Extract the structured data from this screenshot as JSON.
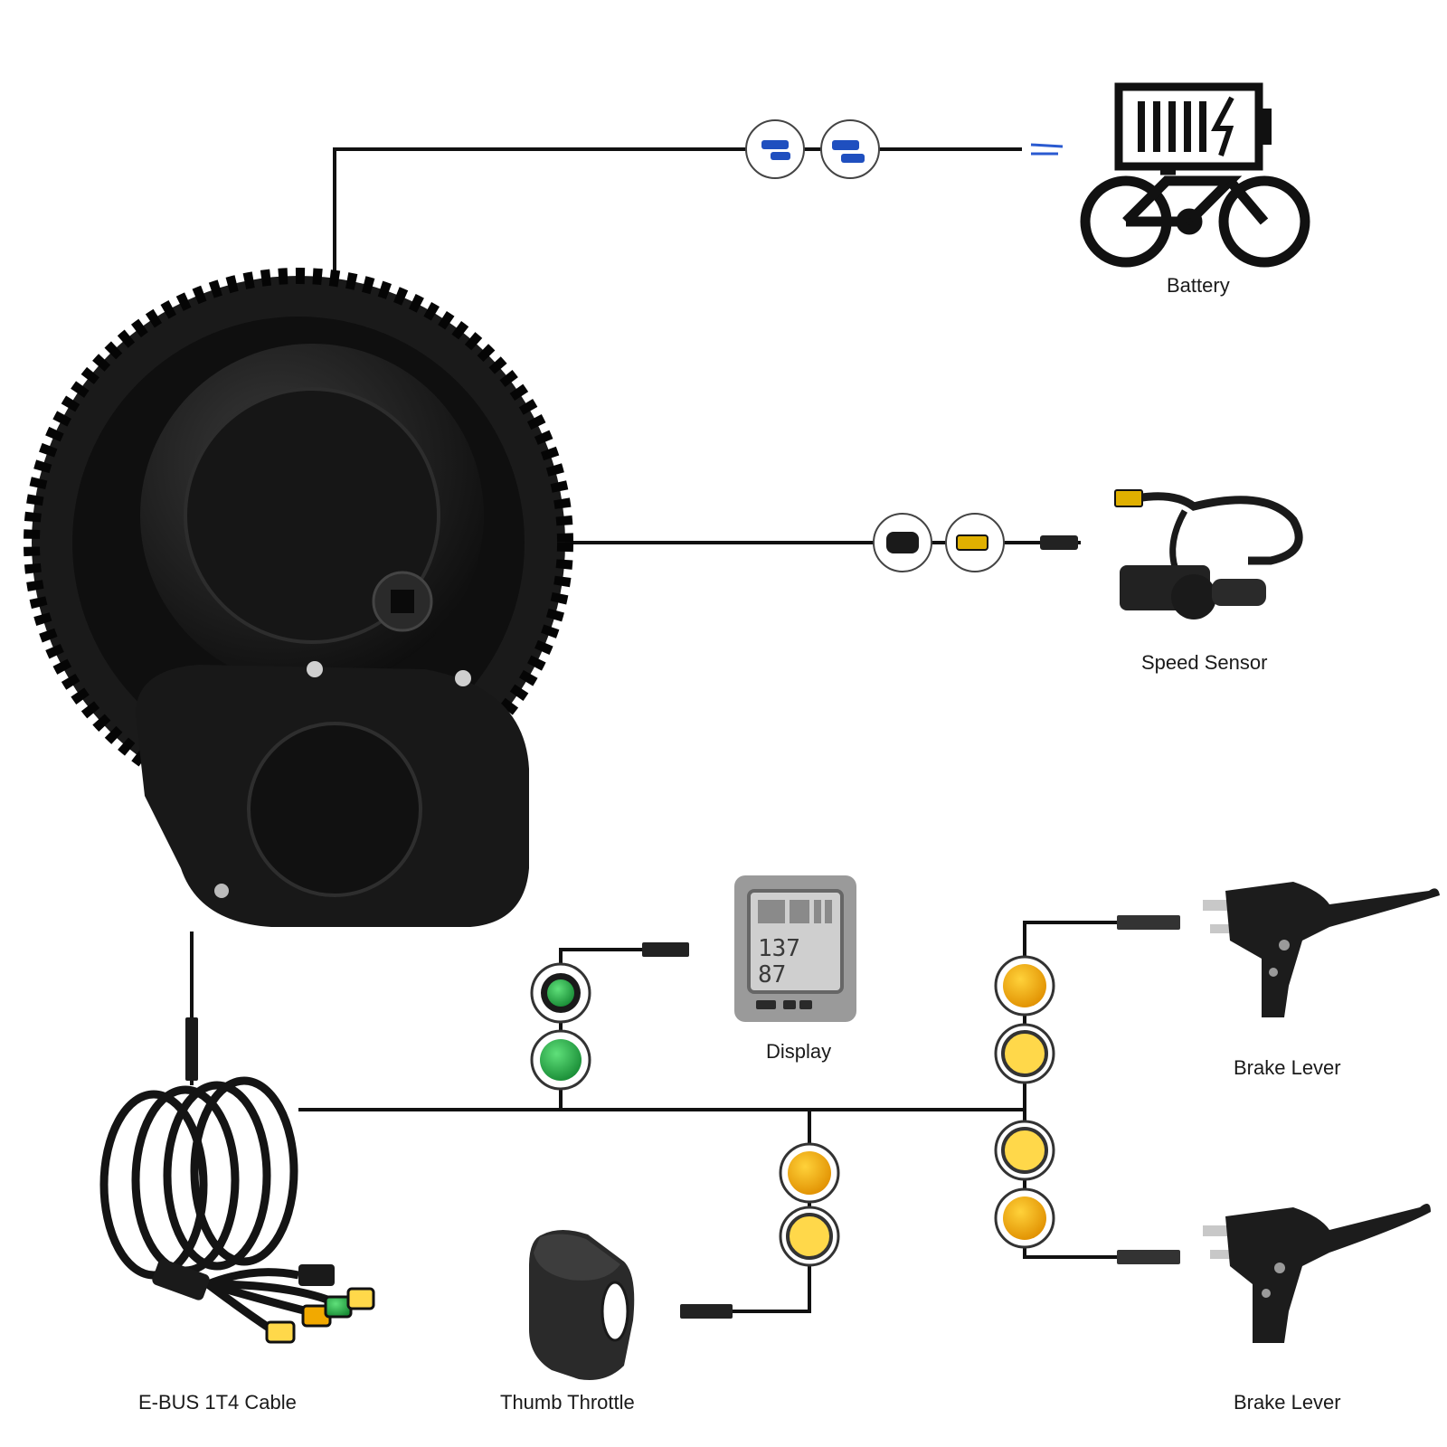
{
  "components": {
    "battery": {
      "label": "Battery"
    },
    "speed_sensor": {
      "label": "Speed Sensor"
    },
    "display": {
      "label": "Display",
      "screen_line1": "137",
      "screen_line2": "87"
    },
    "brake_lever_top": {
      "label": "Brake Lever"
    },
    "brake_lever_bottom": {
      "label": "Brake Lever"
    },
    "ebus_cable": {
      "label": "E-BUS 1T4 Cable"
    },
    "thumb_throttle": {
      "label": "Thumb Throttle"
    }
  },
  "colors": {
    "wire": "#111111",
    "motor": "#1c1c1c",
    "connector_yellow": "#f2a900",
    "connector_green": "#2bb34a",
    "connector_blue": "#1f4fbf",
    "display_body": "#9a9a9a"
  }
}
